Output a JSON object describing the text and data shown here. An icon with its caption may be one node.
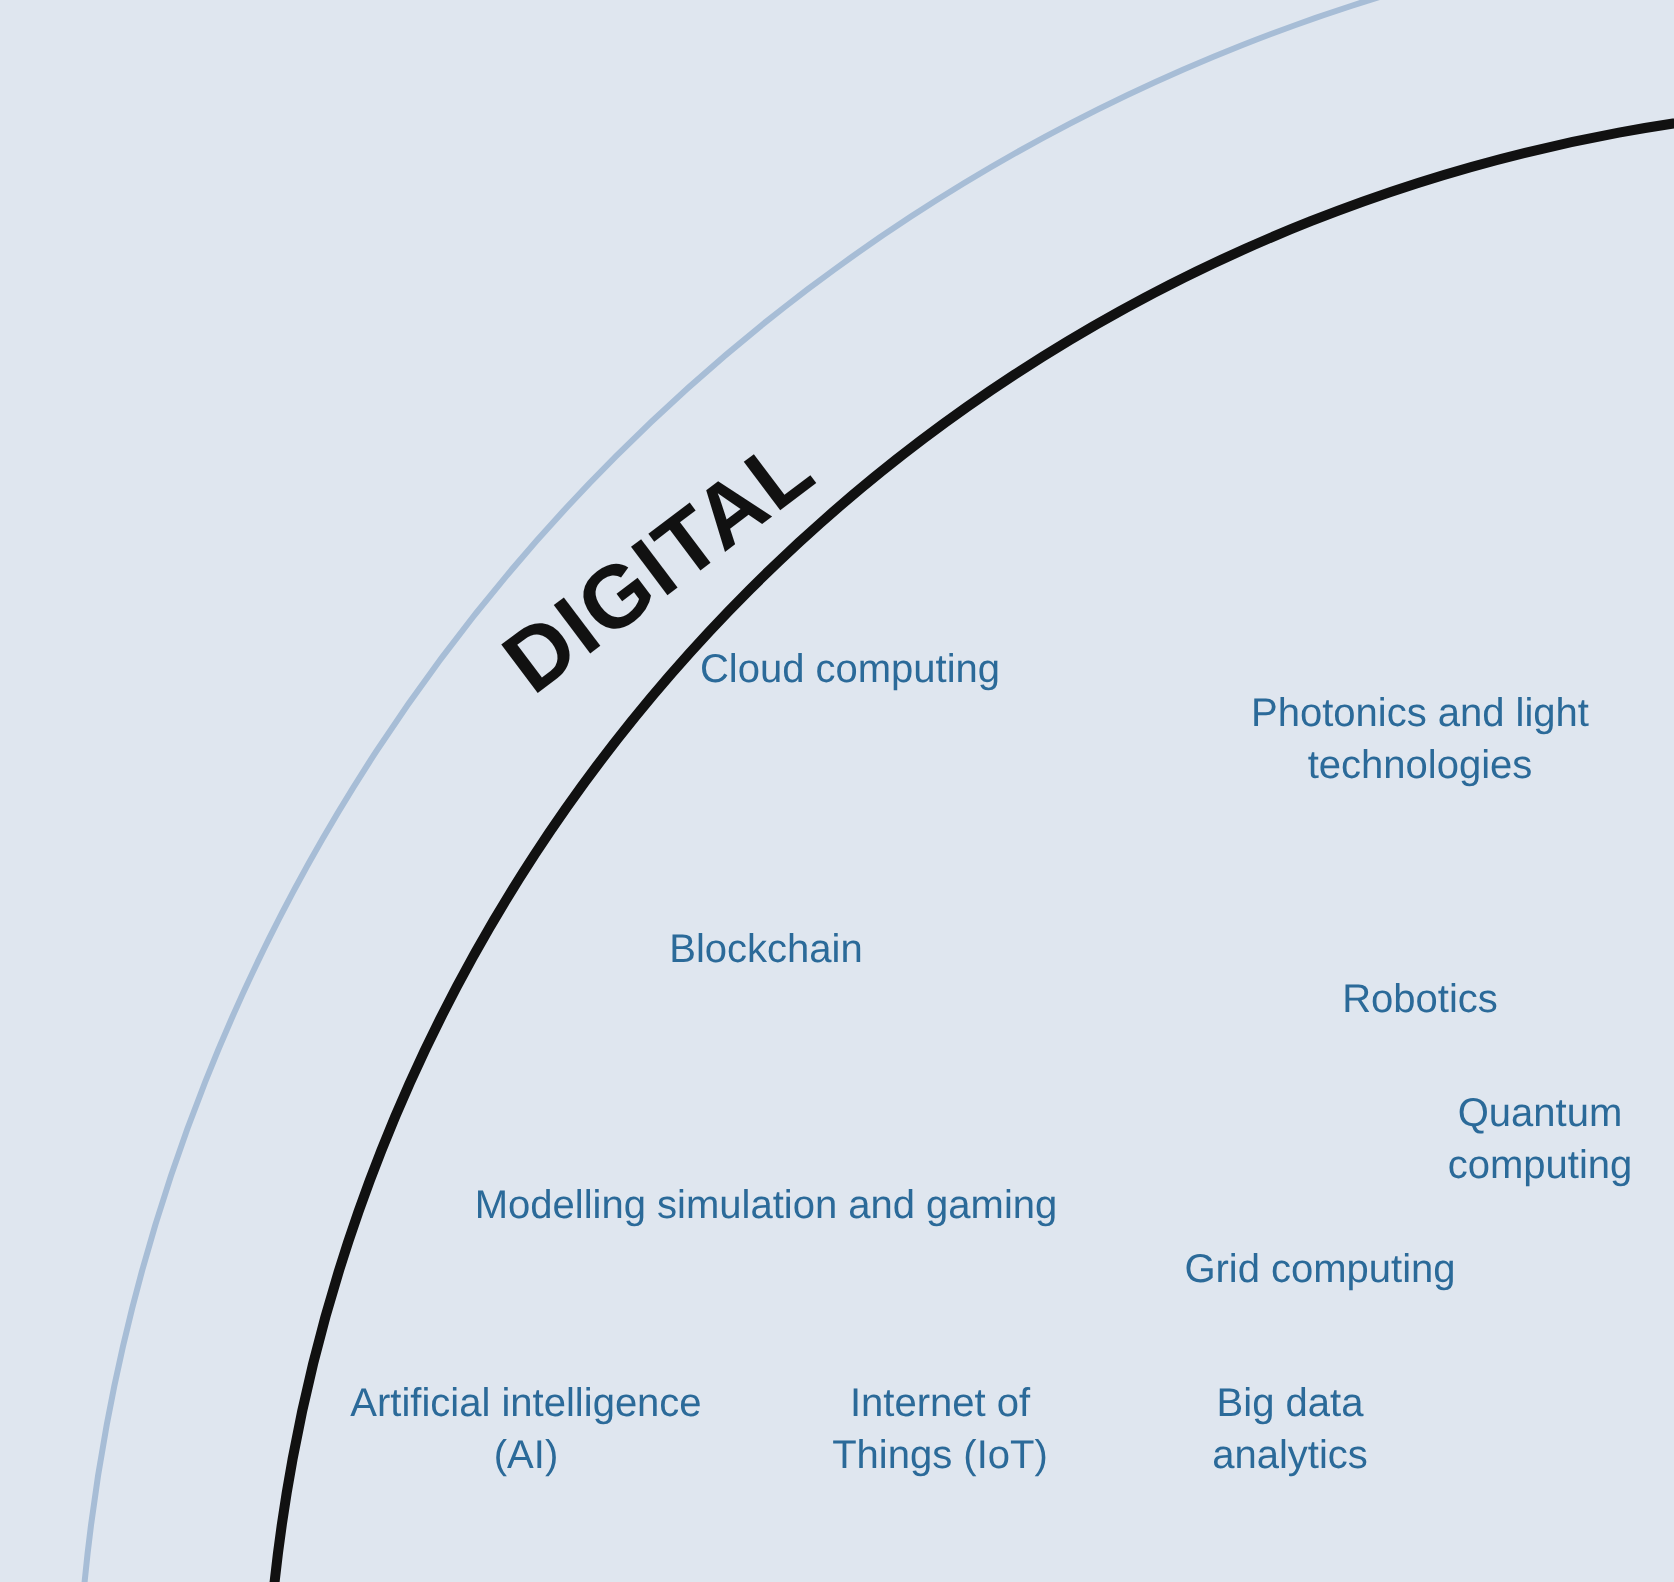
{
  "diagram": {
    "nodes": [
      {
        "text": [
          "DIGITAL",
          "Cloud computing",
          "Photonics and light technologies",
          "Blockchain",
          "Robotics",
          "Quantum computing",
          "Modelling simulation and gaming",
          "Grid computing",
          "Artificial intelligence (AI)",
          "Internet of Things (IoT)",
          "Big data analytics"
        ]
      }
    ]
  }
}
